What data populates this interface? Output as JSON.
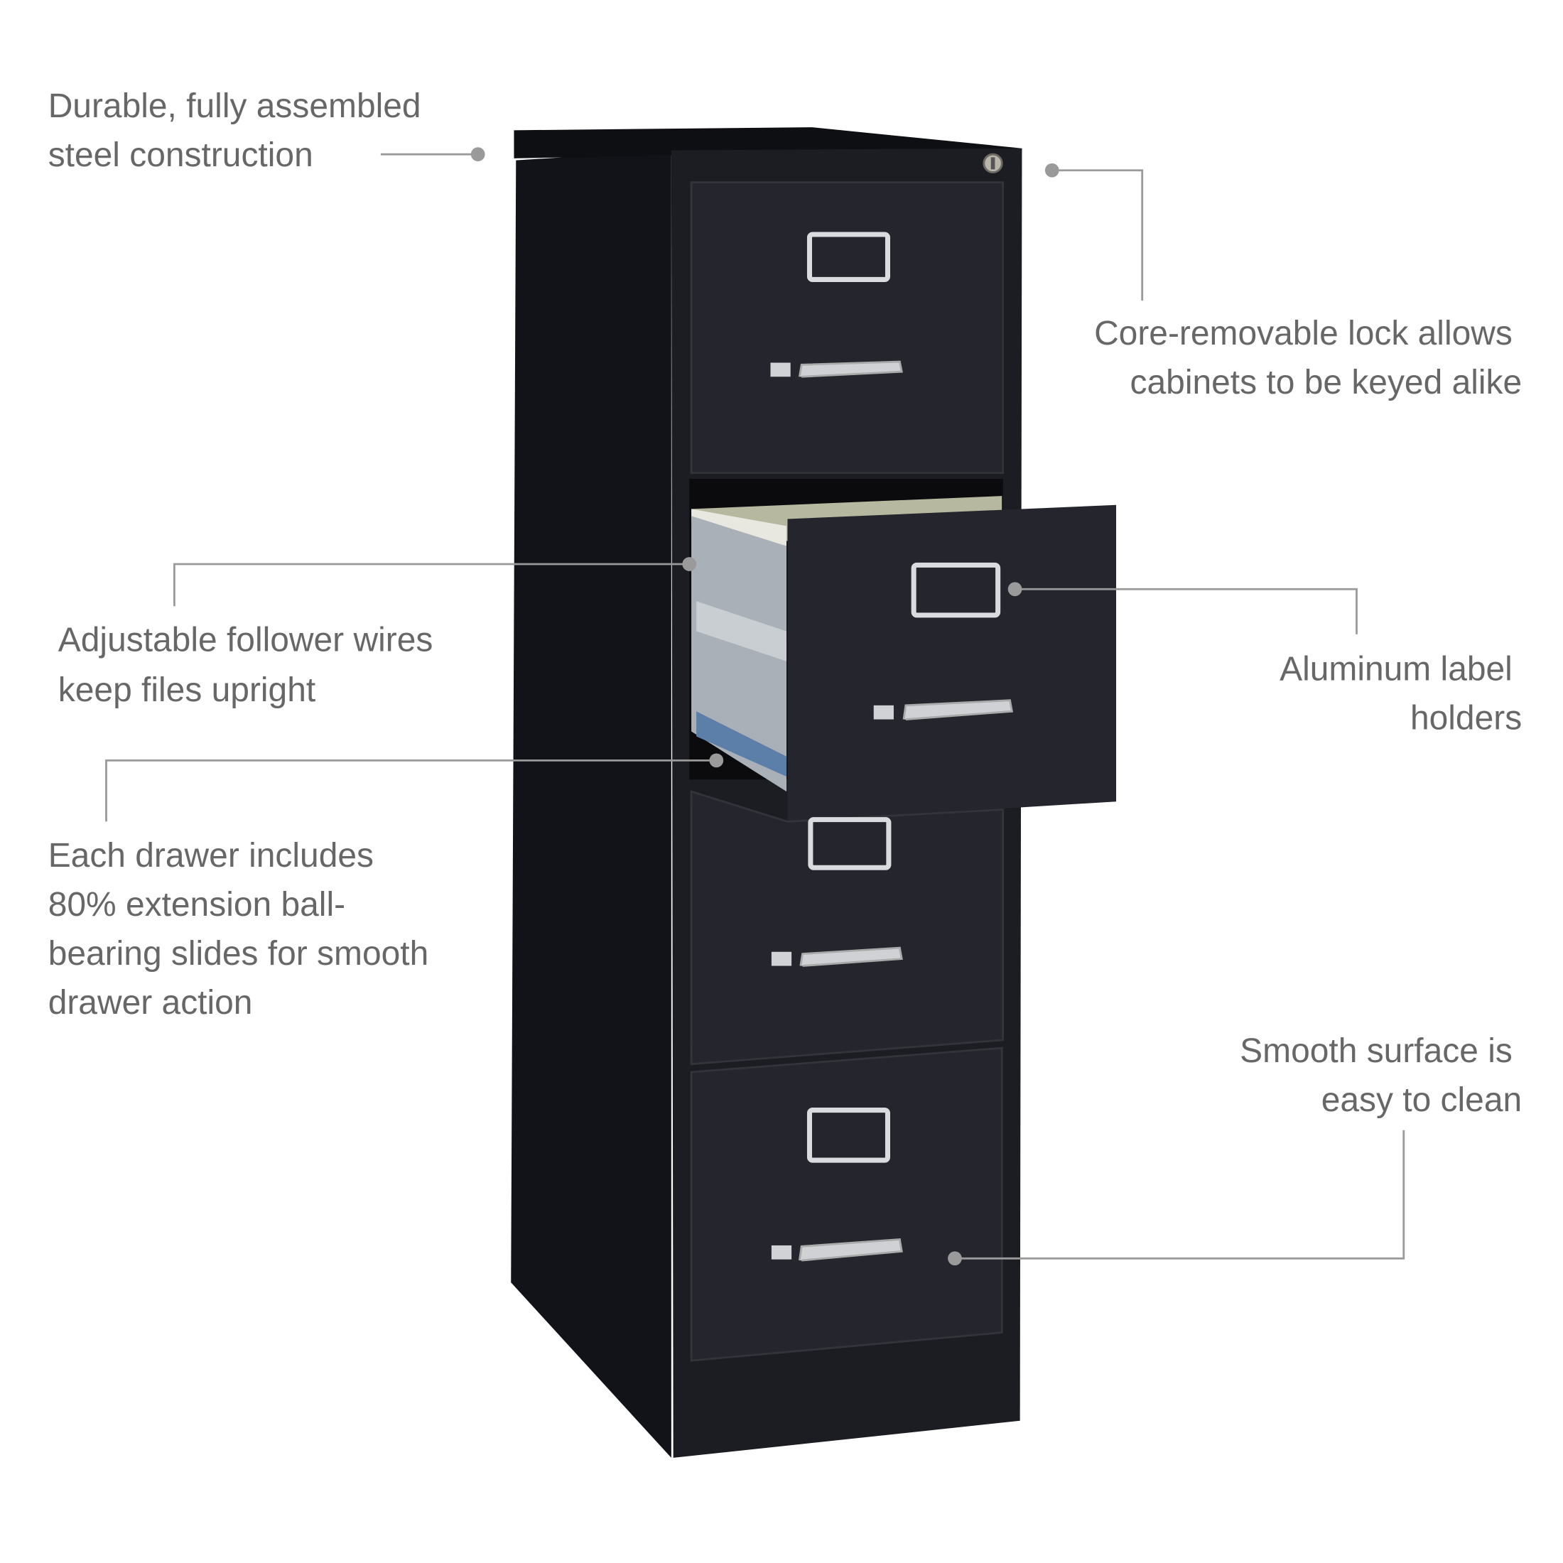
{
  "callouts": {
    "steel": {
      "lines": [
        "Durable, fully assembled",
        "steel construction"
      ]
    },
    "lock": {
      "lines": [
        "Core-removable lock allows",
        "cabinets to be keyed alike"
      ]
    },
    "follower": {
      "lines": [
        "Adjustable follower wires",
        "keep files upright"
      ]
    },
    "label": {
      "lines": [
        "Aluminum label",
        "holders"
      ]
    },
    "slides": {
      "lines": [
        "Each drawer includes",
        "80% extension ball-",
        "bearing slides for smooth",
        "drawer action"
      ]
    },
    "surface": {
      "lines": [
        "Smooth surface is",
        "easy to clean"
      ]
    }
  },
  "colors": {
    "cabinet": "#1c1d22",
    "drawer": "#25262d",
    "text": "#676767",
    "leader": "#9a9a9a"
  }
}
